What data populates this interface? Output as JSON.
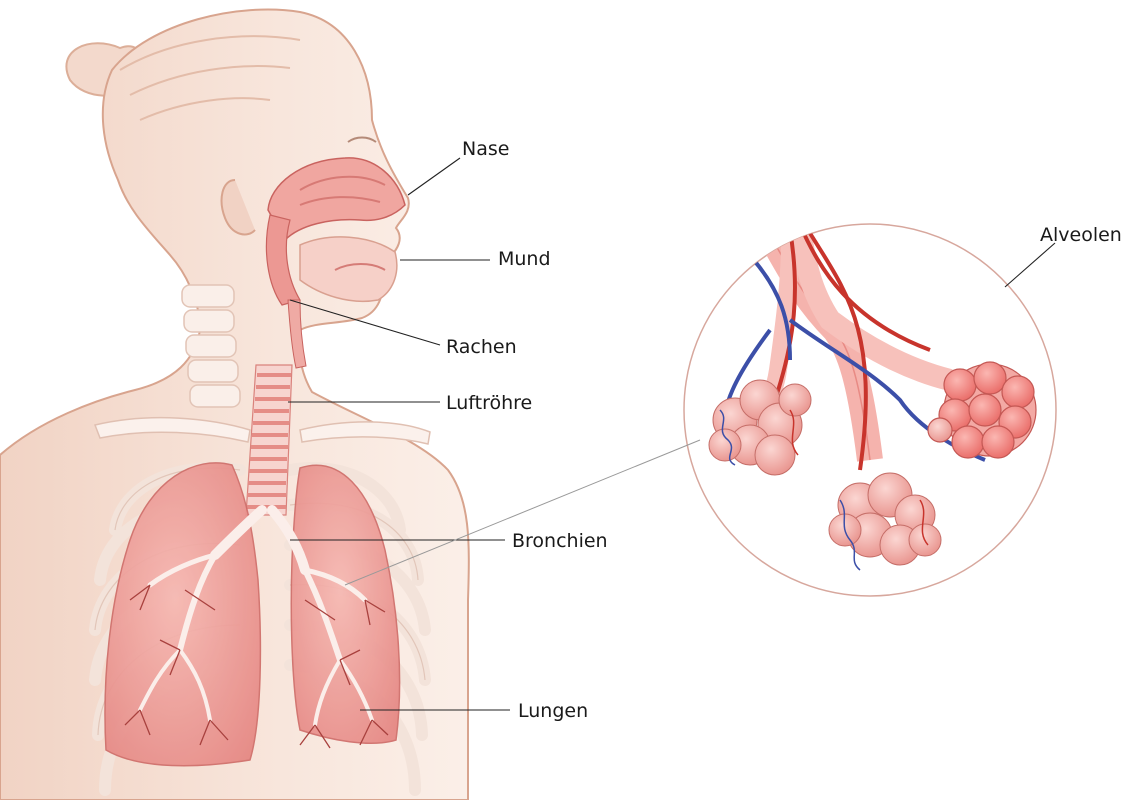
{
  "labels": {
    "nose": "Nase",
    "mouth": "Mund",
    "pharynx": "Rachen",
    "trachea": "Luftröhre",
    "bronchi": "Bronchien",
    "lungs": "Lungen",
    "alveoli": "Alveolen"
  },
  "colors": {
    "skin": "#f6e1d6",
    "skin_outline": "#dcae98",
    "lung": "#ef9e9a",
    "lung_dark": "#cf5c5a",
    "artery": "#c8342c",
    "vein": "#3c4fa8",
    "bone": "#fbf3ee",
    "leader": "#222222"
  }
}
